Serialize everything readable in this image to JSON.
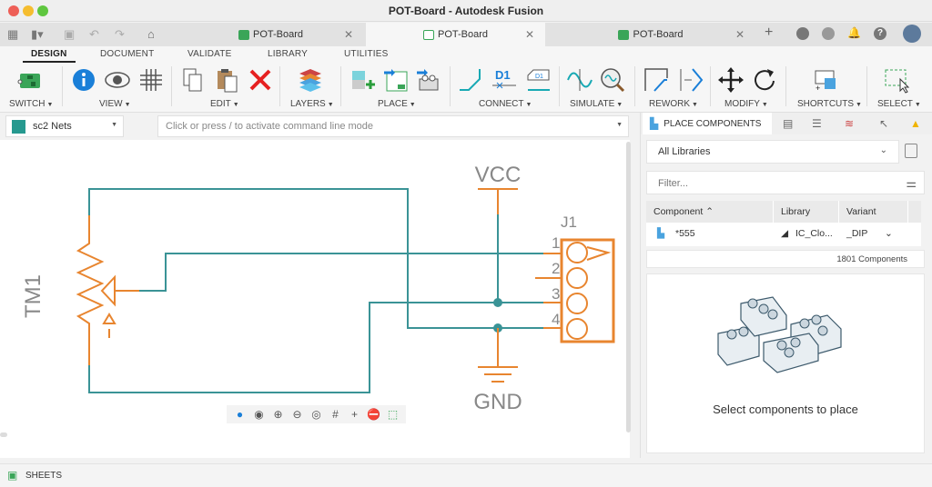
{
  "window": {
    "title": "POT-Board - Autodesk Fusion"
  },
  "tabs": [
    {
      "label": "POT-Board",
      "active": false
    },
    {
      "label": "POT-Board",
      "active": true
    },
    {
      "label": "POT-Board",
      "active": false
    }
  ],
  "ribbon": {
    "tabs": [
      "DESIGN",
      "DOCUMENT",
      "VALIDATE",
      "LIBRARY",
      "UTILITIES"
    ],
    "active_tab": "DESIGN",
    "groups": [
      "SWITCH",
      "VIEW",
      "EDIT",
      "LAYERS",
      "PLACE",
      "CONNECT",
      "SIMULATE",
      "REWORK",
      "MODIFY",
      "SHORTCUTS",
      "SELECT"
    ]
  },
  "net_selector": {
    "value": "sc2 Nets",
    "color": "#26998f"
  },
  "command_line": {
    "placeholder": "Click or press / to activate command line mode"
  },
  "schematic": {
    "labels": {
      "part": "TM1",
      "vcc": "VCC",
      "gnd": "GND",
      "connector": "J1"
    },
    "pins": [
      "1",
      "2",
      "3",
      "4"
    ],
    "wire_color": "#3a9396",
    "part_color": "#e8852f"
  },
  "panel": {
    "active_tab": "PLACE COMPONENTS",
    "library_select": "All Libraries",
    "filter_placeholder": "Filter...",
    "columns": [
      "Component",
      "Library",
      "Variant"
    ],
    "rows": [
      {
        "component": "*555",
        "library": "IC_Clo...",
        "variant": "_DIP"
      }
    ],
    "count": "1801 Components",
    "empty_message": "Select components to place"
  },
  "bottom": {
    "sheets_label": "SHEETS"
  }
}
